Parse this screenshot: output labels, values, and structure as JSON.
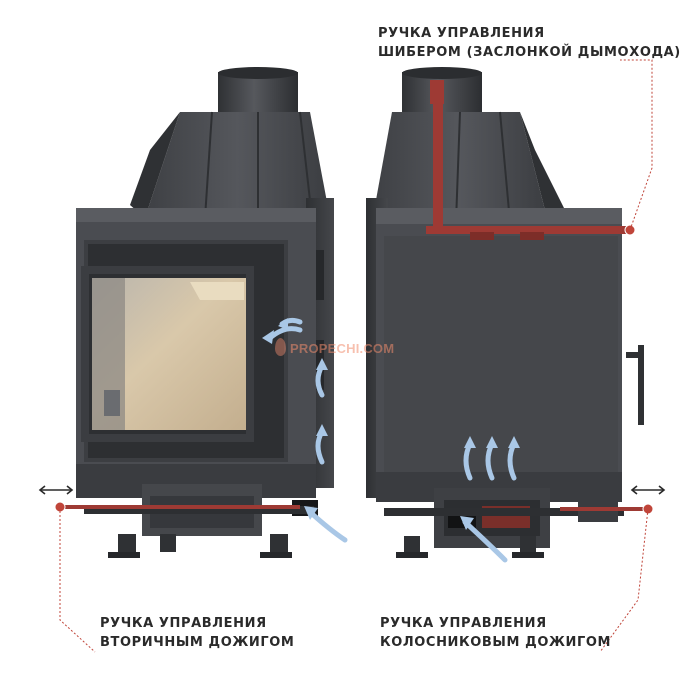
{
  "labels": {
    "damper": [
      "РУЧКА УПРАВЛЕНИЯ",
      "ШИБЕРОМ (ЗАСЛОНКОЙ ДЫМОХОДА)"
    ],
    "secondary": [
      "РУЧКА УПРАВЛЕНИЯ",
      "ВТОРИЧНЫМ ДОЖИГОМ"
    ],
    "grate": [
      "РУЧКА УПРАВЛЕНИЯ",
      "КОЛОСНИКОВЫМ ДОЖИГОМ"
    ]
  },
  "watermark": "PROPECHI.COM",
  "colors": {
    "body": "#4b4d52",
    "body_dark": "#36383c",
    "body_light": "#5e6066",
    "glass": "#c8b79b",
    "handle": "#9e3a34",
    "leader": "#c0453a",
    "airflow": "#a9c7e6"
  },
  "icons": [
    "double-arrow-icon",
    "airflow-arrow-icon",
    "flame-icon"
  ]
}
